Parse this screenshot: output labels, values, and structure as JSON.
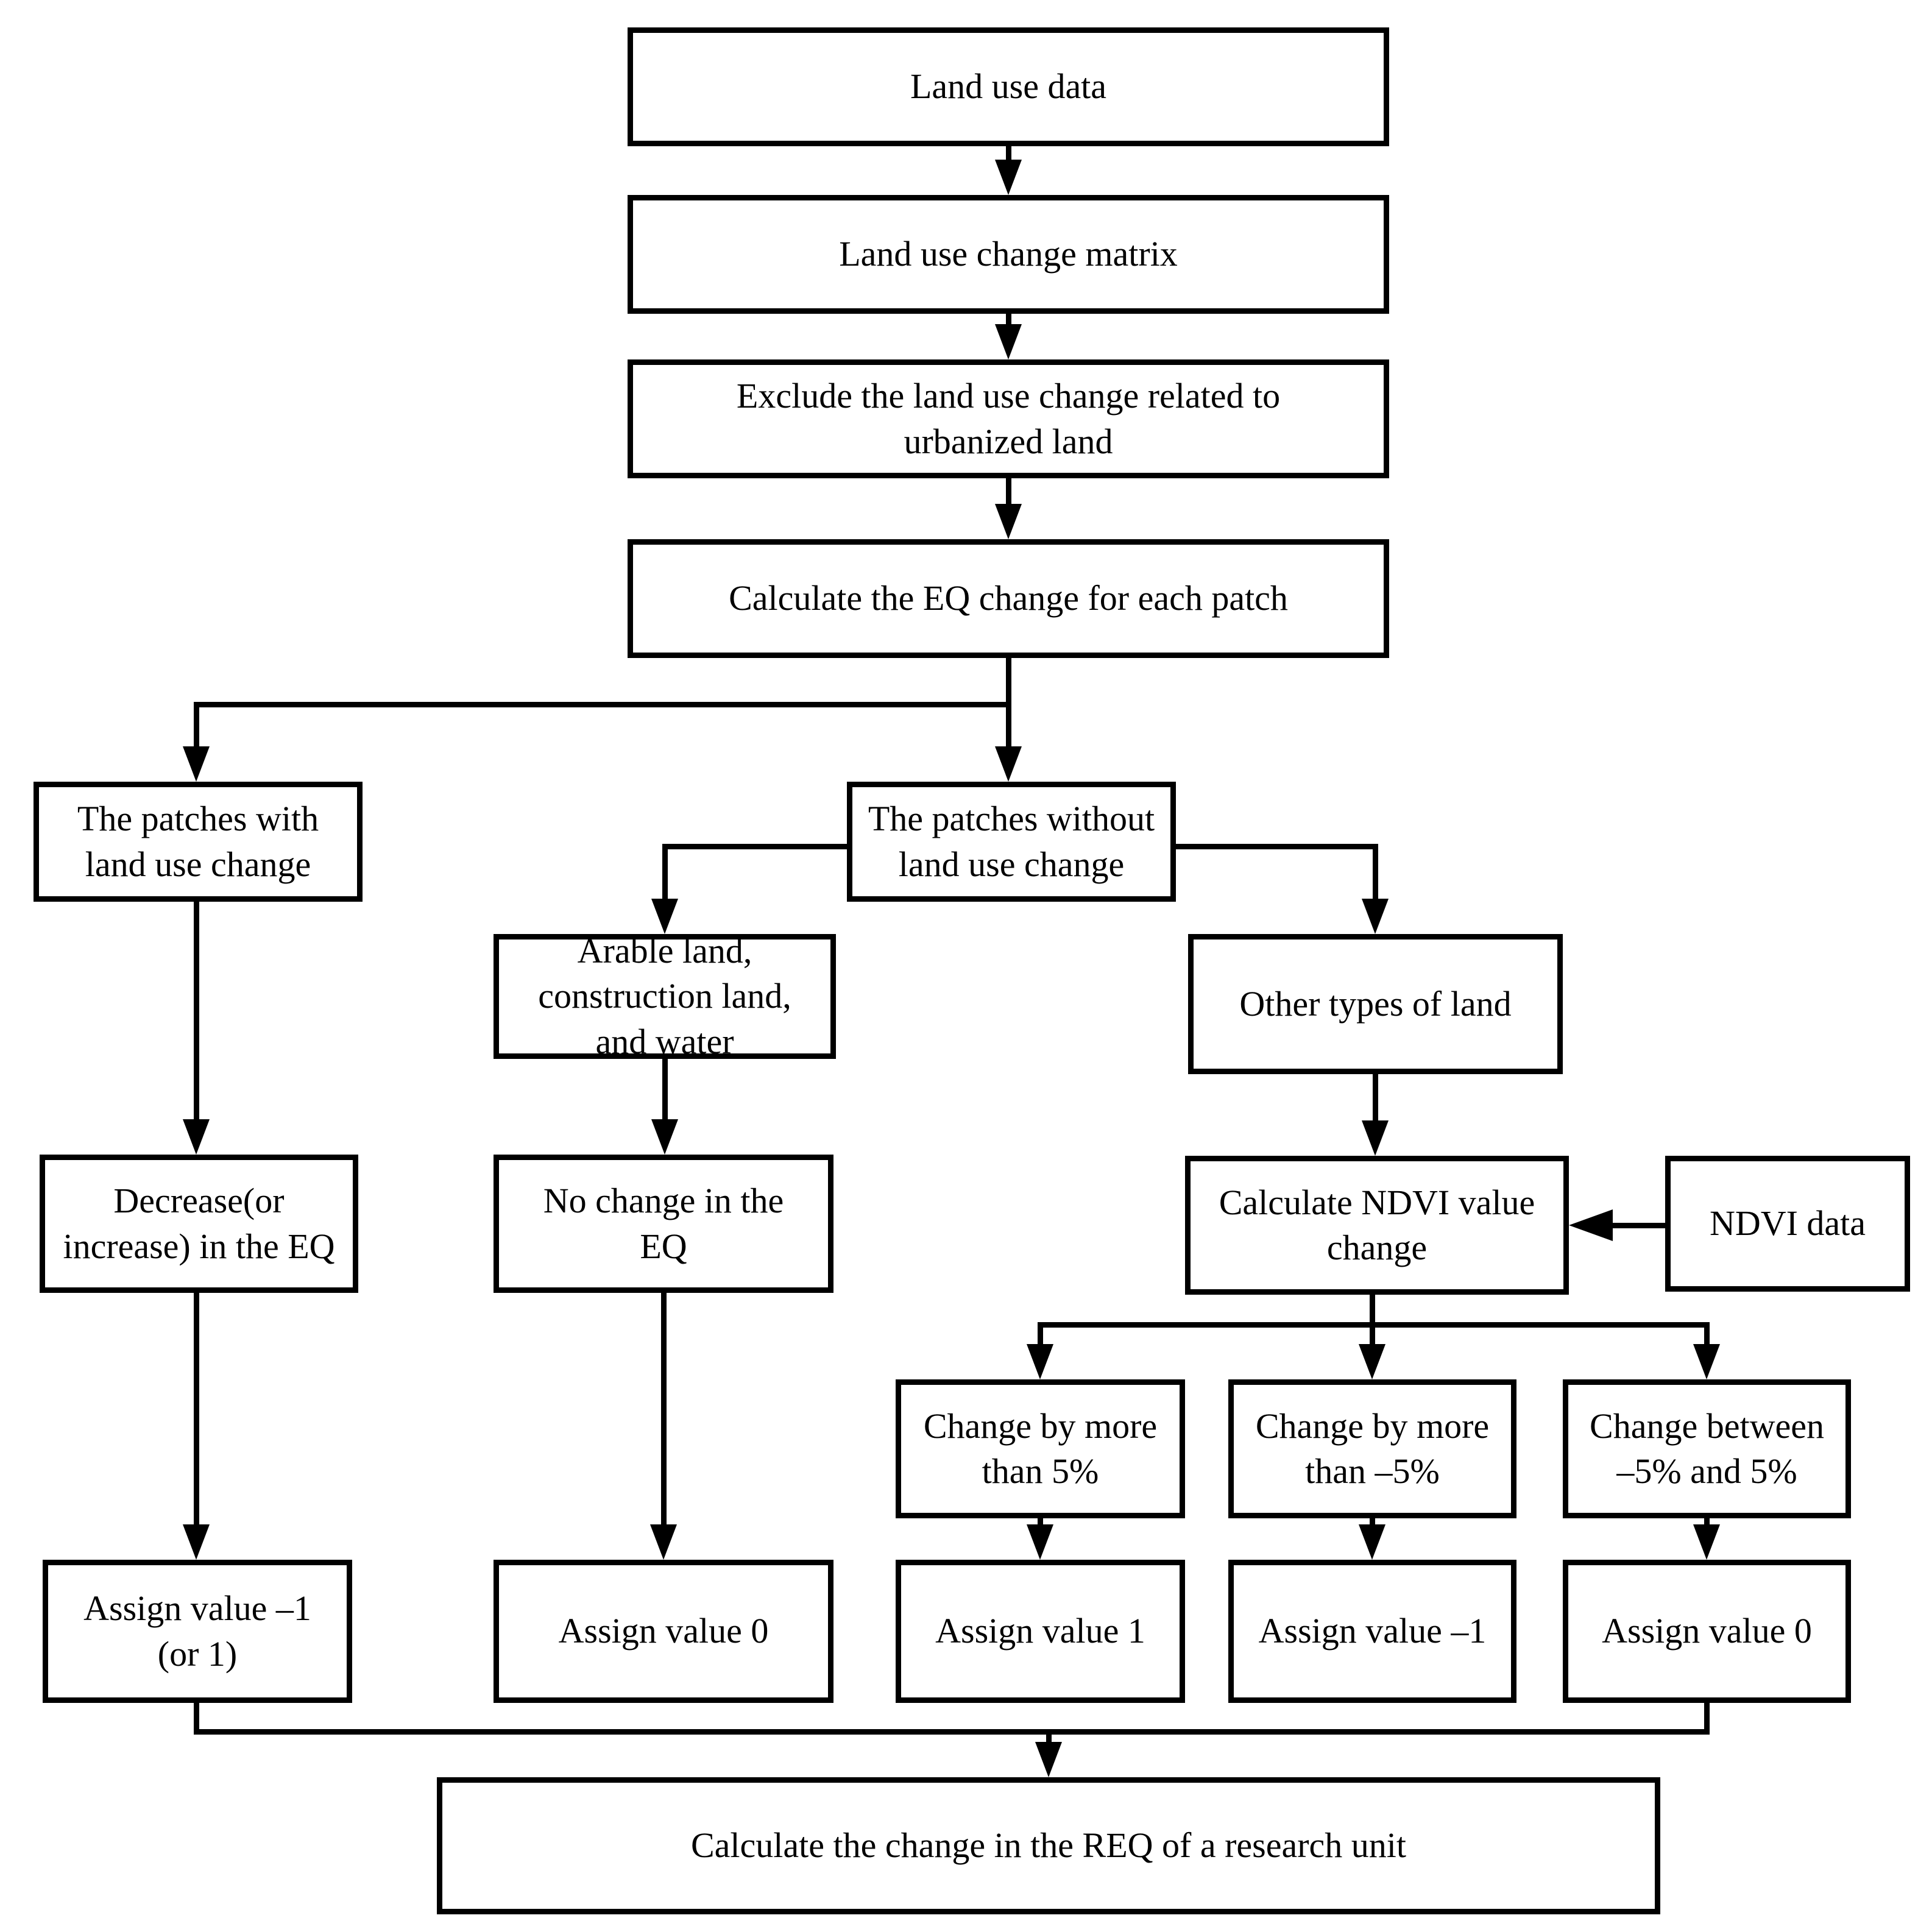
{
  "figure": {
    "type": "flowchart",
    "colors": {
      "line": "#000000",
      "background": "#ffffff",
      "text": "#000000"
    },
    "nodes": {
      "land_use_data": {
        "label": "Land use data"
      },
      "land_use_change_matrix": {
        "label": "Land use change matrix"
      },
      "exclude_urbanized": {
        "label": "Exclude the land use change related to\nurbanized land"
      },
      "calc_eq_change": {
        "label": "Calculate the EQ change for each patch"
      },
      "patches_with_change": {
        "label": "The patches with\nland use change"
      },
      "patches_without_change": {
        "label": "The patches without\nland use change"
      },
      "arable_construction_water": {
        "label": "Arable land,\nconstruction land,\nand water"
      },
      "other_types_of_land": {
        "label": "Other types of land"
      },
      "decrease_increase_eq": {
        "label": "Decrease(or\nincrease) in the EQ"
      },
      "no_change_eq": {
        "label": "No change in the\nEQ"
      },
      "calc_ndvi_change": {
        "label": "Calculate NDVI value\nchange"
      },
      "ndvi_data": {
        "label": "NDVI data"
      },
      "change_more_than_5": {
        "label": "Change by more\nthan 5%"
      },
      "change_more_than_neg5": {
        "label": "Change by more\nthan –5%"
      },
      "change_between_neg5_5": {
        "label": "Change between\n–5% and 5%"
      },
      "assign_neg1_or_1": {
        "label": "Assign value –1\n(or 1)"
      },
      "assign_0_left": {
        "label": "Assign value 0"
      },
      "assign_1": {
        "label": "Assign value 1"
      },
      "assign_neg1": {
        "label": "Assign value –1"
      },
      "assign_0_right": {
        "label": "Assign value 0"
      },
      "calc_req_change": {
        "label": "Calculate  the change in the REQ of a research unit"
      }
    }
  }
}
